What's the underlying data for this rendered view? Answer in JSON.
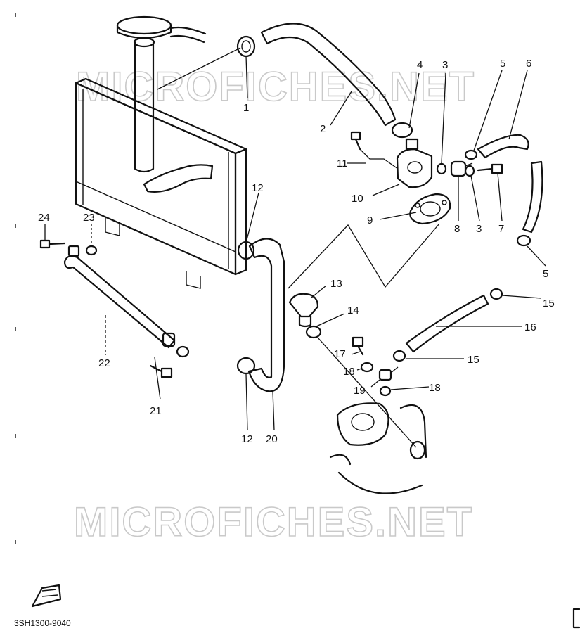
{
  "watermark": "MICROFICHES.NET",
  "diagram_code": "3SH1300-9040",
  "callouts": [
    "1",
    "2",
    "3",
    "4",
    "5",
    "6",
    "7",
    "8",
    "9",
    "10",
    "11",
    "12",
    "13",
    "14",
    "15",
    "16",
    "17",
    "18",
    "19",
    "20",
    "21",
    "22",
    "23",
    "24"
  ]
}
